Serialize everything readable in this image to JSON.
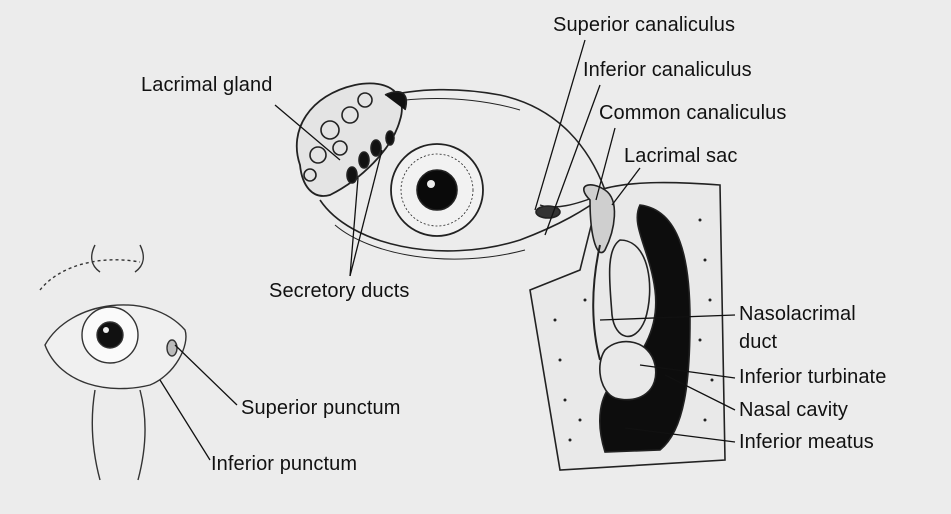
{
  "labels": {
    "superior_canaliculus": "Superior canaliculus",
    "inferior_canaliculus": "Inferior canaliculus",
    "common_canaliculus": "Common canaliculus",
    "lacrimal_gland": "Lacrimal gland",
    "lacrimal_sac": "Lacrimal sac",
    "secretory_ducts": "Secretory ducts",
    "nasolacrimal_duct_line1": "Nasolacrimal",
    "nasolacrimal_duct_line2": "duct",
    "inferior_turbinate": "Inferior turbinate",
    "nasal_cavity": "Nasal cavity",
    "inferior_meatus": "Inferior meatus",
    "superior_punctum": "Superior punctum",
    "inferior_punctum": "Inferior punctum"
  }
}
